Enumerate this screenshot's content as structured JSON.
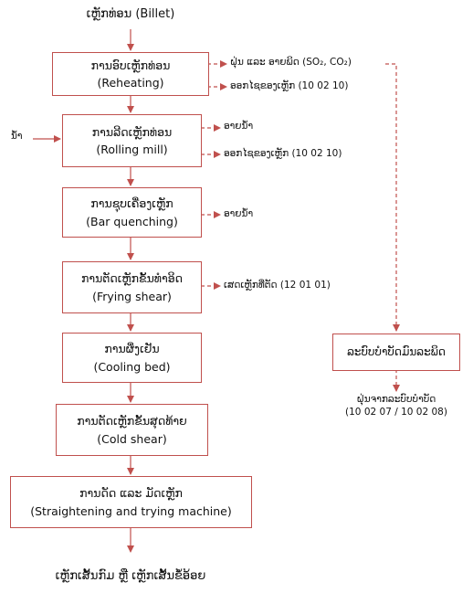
{
  "input_label": "ເຫຼັກທ່ອນ (Billet)",
  "output_label": "ເຫຼັກເສັ້ນກົມ ຫຼື ເຫຼັກເສັ້ນຂໍ້ອ້ອຍ",
  "water_label": "ນ້ຳ",
  "steps": [
    {
      "lao": "ການອົບເຫຼັກທ່ອນ",
      "en": "(Reheating)"
    },
    {
      "lao": "ການລີດເຫຼັກທ່ອນ",
      "en": "(Rolling mill)"
    },
    {
      "lao": "ການຊຸບເຄື່ອງເຫຼັກ",
      "en": "(Bar quenching)"
    },
    {
      "lao": "ການຕັດເຫຼັກຂັ້ນທຳອິດ",
      "en": "(Frying shear)"
    },
    {
      "lao": "ການຜຶ່ງເຢັນ",
      "en": "(Cooling bed)"
    },
    {
      "lao": "ການຕັດເຫຼັກຂັ້ນສຸດທ້າຍ",
      "en": "(Cold shear)"
    },
    {
      "lao": "ການດັດ ແລະ ມັດເຫຼັກ",
      "en": "(Straightening and trying machine)"
    }
  ],
  "emissions": {
    "reheat_dust": "ຝຸ່ນ ແລະ ອາຍພິດ (SO₂, CO₂)",
    "reheat_scale": "ອອກໄຊຂອງເຫຼັກ (10 02 10)",
    "rolling_steam": "ອາຍນ້ຳ",
    "rolling_scale": "ອອກໄຊຂອງເຫຼັກ (10 02 10)",
    "quench_steam": "ອາຍນ້ຳ",
    "shear_scrap": "ເສດເຫຼັກທີ່ຕັດ (12 01 01)"
  },
  "treatment": {
    "box": "ລະບົບບຳບັດມົນລະພິດ",
    "result_line1": "ຝຸ່ນຈາກລະບົບບຳບັດ",
    "result_line2": "(10 02 07 / 10 02 08)"
  },
  "colors": {
    "accent": "#c0504d"
  }
}
